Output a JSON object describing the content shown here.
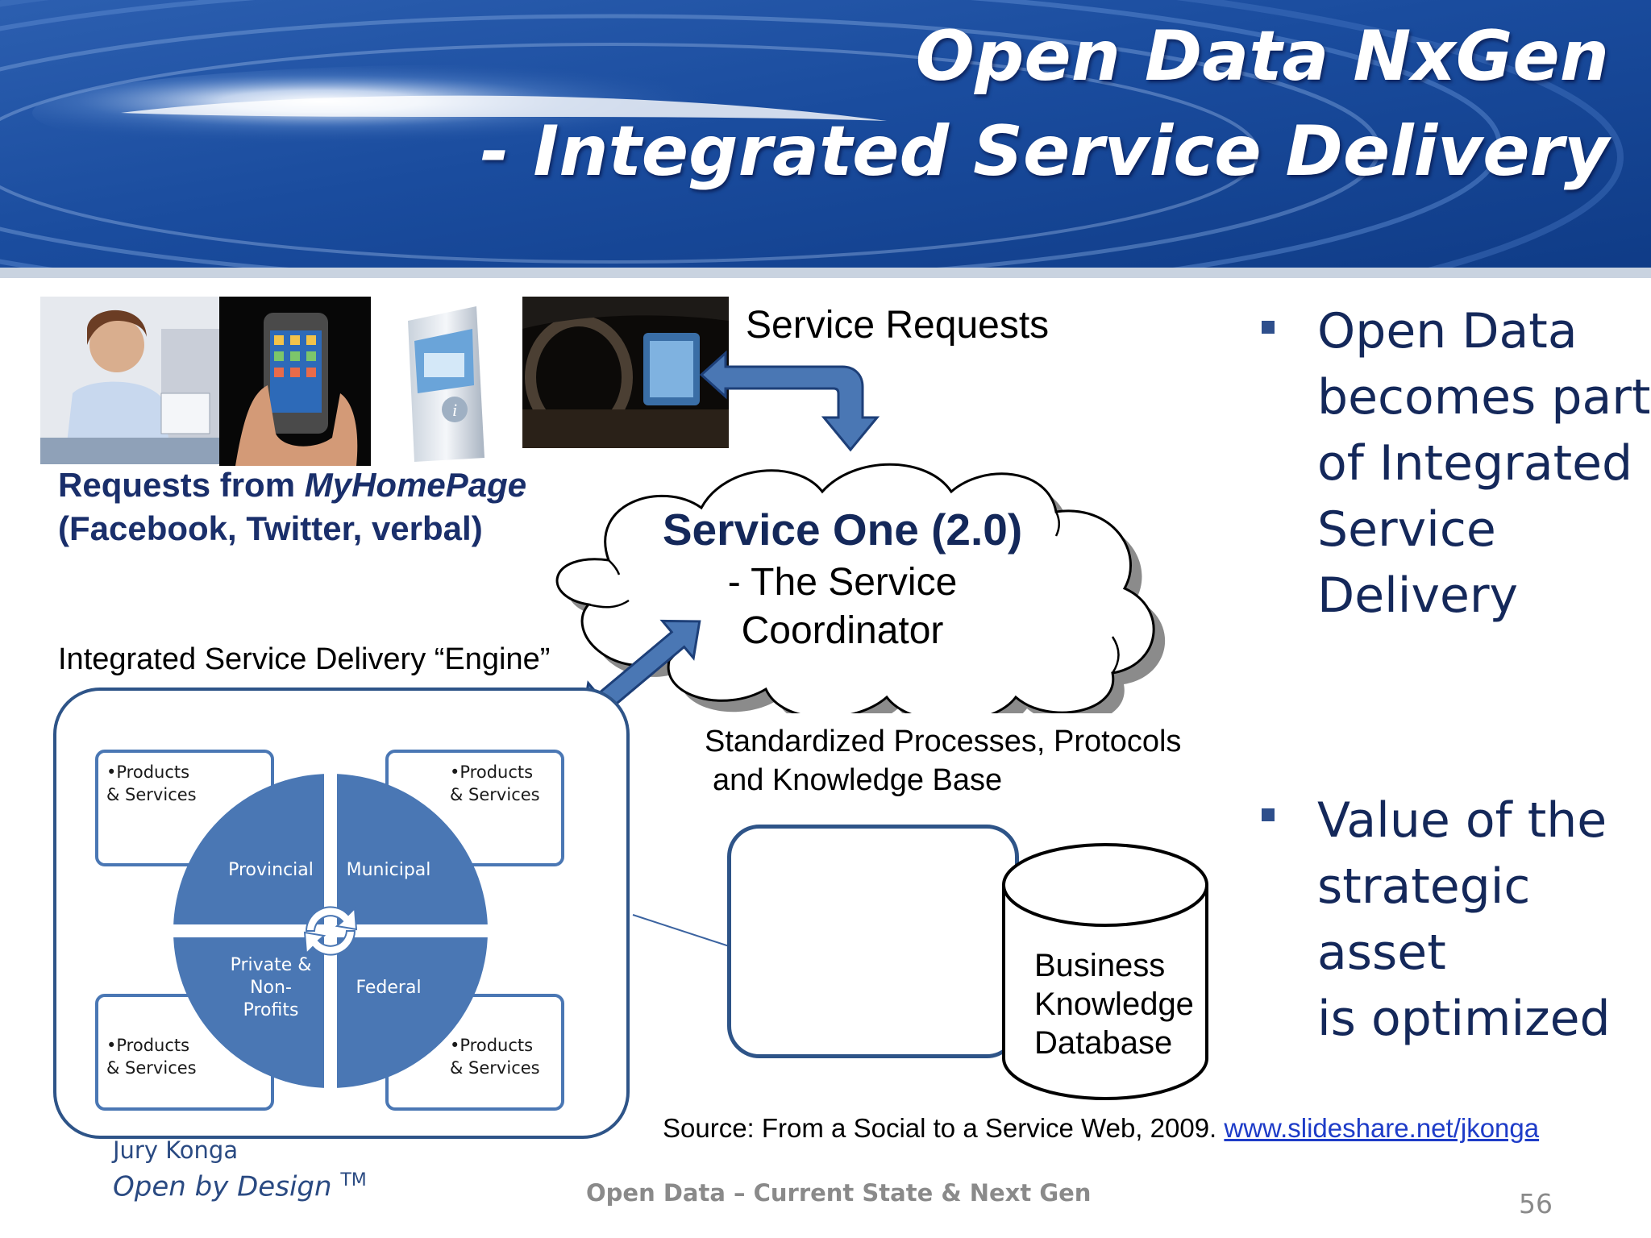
{
  "header": {
    "title_line1": "Open Data NxGen",
    "title_line2": "- Integrated Service Delivery"
  },
  "labels": {
    "service_requests": "Service Requests",
    "requests_line1_prefix": "Requests from ",
    "requests_line1_em": "MyHomePage",
    "requests_line2": "(Facebook, Twitter, verbal)",
    "engine": "Integrated Service Delivery “Engine”",
    "cloud_title": "Service One (2.0)",
    "cloud_sub1": "- The Service",
    "cloud_sub2": "Coordinator",
    "standardized1": "Standardized Processes, Protocols",
    "standardized2": "and Knowledge Base",
    "database": "Business\nKnowledge\nDatabase",
    "source_text": "Source: From a Social to a Service Web, 2009. ",
    "source_link": "www.slideshare.net/jkonga"
  },
  "engine": {
    "corners": [
      "•Products\n  & Services",
      "•Products\n  & Services",
      "•Products\n  & Services",
      "•Products\n  & Services"
    ],
    "segments": [
      "Provincial",
      "Municipal",
      "Private &\nNon-\nProfits",
      "Federal"
    ]
  },
  "bullets": [
    "Open Data\nbecomes part\nof Integrated\nService\nDelivery",
    "Value of the\nstrategic asset\nis optimized"
  ],
  "footer": {
    "author": "Jury Konga",
    "brand": "Open by Design",
    "tm": "TM",
    "center": "Open Data – Current State & Next Gen",
    "page": "56"
  },
  "colors": {
    "accent_blue": "#4a77b4",
    "dark_navy": "#14285a",
    "header_blue": "#1f4f96"
  }
}
